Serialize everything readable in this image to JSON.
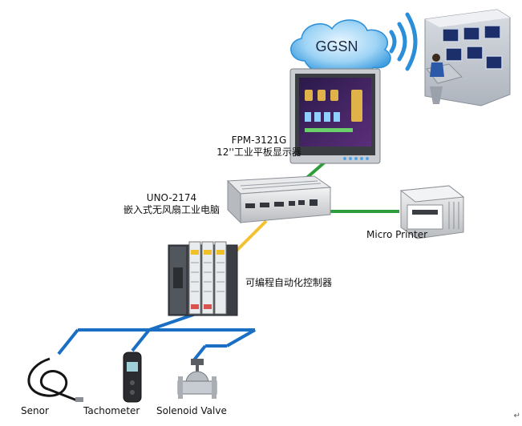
{
  "cloud": {
    "label": "GGSN"
  },
  "display": {
    "model": "FPM-3121G",
    "desc": "12''工业平板显示器"
  },
  "computer": {
    "model": "UNO-2174",
    "desc": "嵌入式无风扇工业电脑"
  },
  "printer": {
    "label": "Micro Printer"
  },
  "plc": {
    "label": "可编程自动化控制器"
  },
  "devices": [
    {
      "label": "Senor"
    },
    {
      "label": "Tachometer"
    },
    {
      "label": "Solenoid Valve"
    }
  ],
  "colors": {
    "bus_blue": "#1a6fc4",
    "link_green": "#2e9e3a",
    "link_yellow": "#f2c230",
    "cloud_blue": "#2a8fd8"
  },
  "corner_mark": "↵"
}
